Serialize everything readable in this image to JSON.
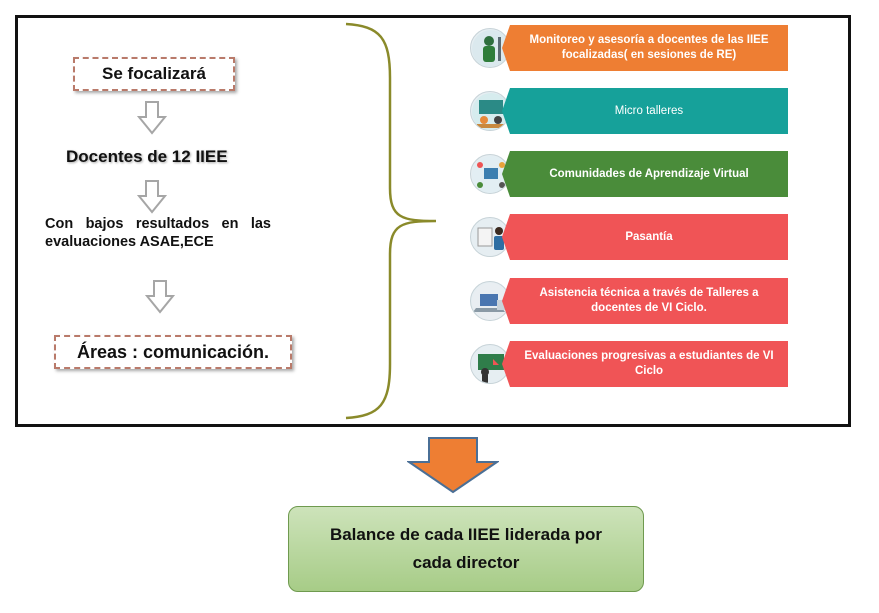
{
  "left_flow": {
    "focal_label": "Se focalizará",
    "docentes_label": "Docentes de 12  IIEE",
    "criteria_text": "Con bajos resultados en las evaluaciones ASAE,ECE",
    "areas_label": "Áreas : comunicación."
  },
  "strategies": [
    {
      "label": "Monitoreo y asesoría a docentes de las IIEE focalizadas( en sesiones de RE)",
      "color": "#ee7e33",
      "icon": "teacher-icon"
    },
    {
      "label": "Micro talleres",
      "color": "#16a19a",
      "icon": "workshop-icon"
    },
    {
      "label": "Comunidades de Aprendizaje Virtual",
      "color": "#4a8c3a",
      "icon": "network-icon"
    },
    {
      "label": "Pasantía",
      "color": "#f05456",
      "icon": "person-board-icon"
    },
    {
      "label": "Asistencia técnica a través de Talleres a docentes de VI Ciclo.",
      "color": "#f05456",
      "icon": "laptop-icon"
    },
    {
      "label": "Evaluaciones progresivas a estudiantes de VI Ciclo",
      "color": "#f05456",
      "icon": "presenter-icon"
    }
  ],
  "result": {
    "label": "Balance de cada IIEE liderada por cada director",
    "arrow_color": "#ee7e33",
    "box_color": "#b7d69c"
  }
}
